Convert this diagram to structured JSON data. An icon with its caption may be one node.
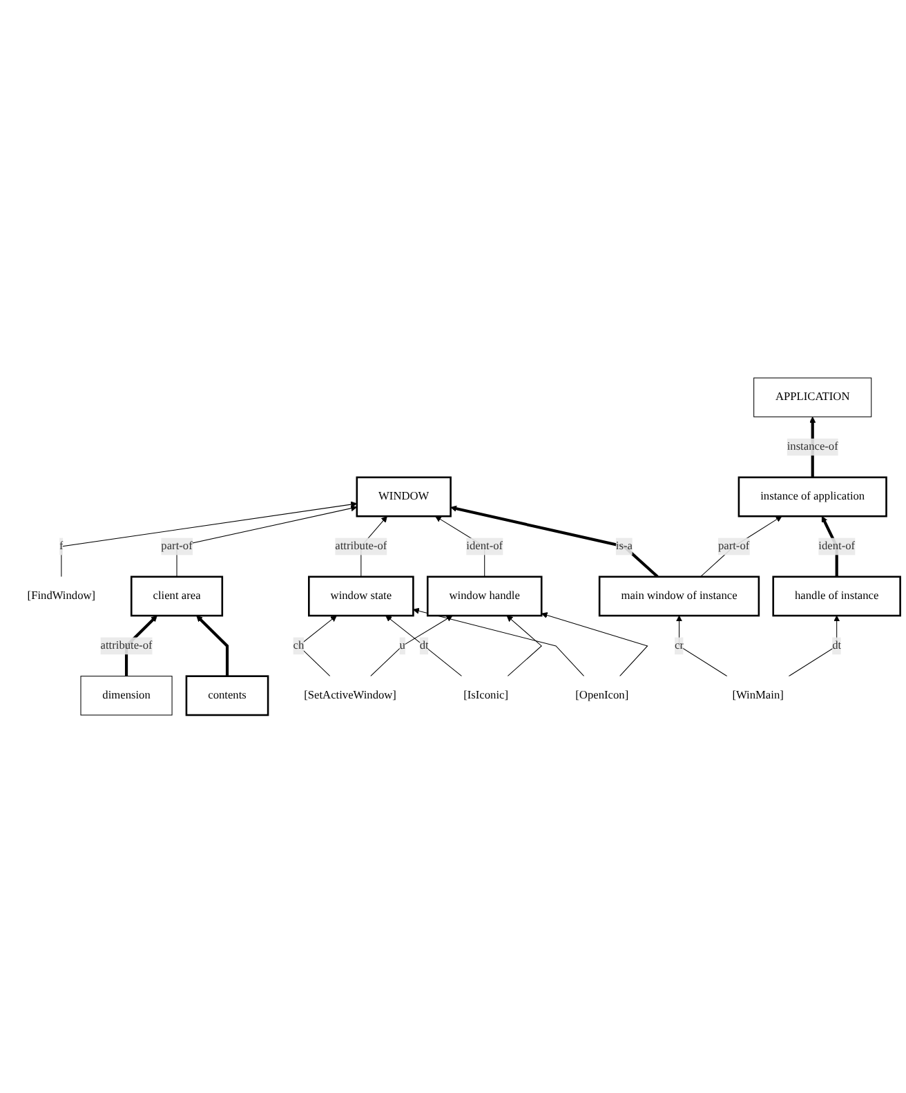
{
  "diagram": {
    "nodes": [
      {
        "text": [
          "[FindWindow]"
        ]
      },
      {
        "text": [
          "WINDOW"
        ]
      },
      {
        "text": [
          "APPLICATION"
        ]
      },
      {
        "text": [
          "client area"
        ]
      },
      {
        "text": [
          "window state"
        ]
      },
      {
        "text": [
          "window handle"
        ]
      },
      {
        "text": [
          "instance of application"
        ]
      },
      {
        "text": [
          "dimension"
        ]
      },
      {
        "text": [
          "contents"
        ]
      },
      {
        "text": [
          "main window of instance"
        ]
      },
      {
        "text": [
          "handle of instance"
        ]
      },
      {
        "text": [
          "[SetActiveWindow]"
        ]
      },
      {
        "text": [
          "[OpenIcon]"
        ]
      },
      {
        "text": [
          "[IsIconic]"
        ]
      },
      {
        "text": [
          "[WinMain]"
        ]
      }
    ],
    "edges": [
      {
        "from": 0,
        "to": 1,
        "arrow": "to",
        "label": "f"
      },
      {
        "from": 3,
        "to": 1,
        "arrow": "to",
        "label": "part-of"
      },
      {
        "from": 4,
        "to": 1,
        "arrow": "to",
        "label": "attribute-of"
      },
      {
        "from": 5,
        "to": 1,
        "arrow": "to",
        "label": "ident-of"
      },
      {
        "from": 9,
        "to": 1,
        "arrow": "to",
        "label": "is-a",
        "style": "thick"
      },
      {
        "from": 6,
        "to": 2,
        "arrow": "to",
        "label": "instance-of",
        "style": "thick"
      },
      {
        "from": 7,
        "to": 3,
        "arrow": "to",
        "label": "attribute-of",
        "style": "thick"
      },
      {
        "from": 8,
        "to": 3,
        "arrow": "to",
        "style": "thick"
      },
      {
        "from": 9,
        "to": 6,
        "arrow": "to",
        "label": "part-of"
      },
      {
        "from": 10,
        "to": 6,
        "arrow": "to",
        "label": "ident-of",
        "style": "thick"
      },
      {
        "from": 14,
        "to": 9,
        "arrow": "to",
        "label": "cr"
      },
      {
        "from": 14,
        "to": 10,
        "arrow": "to",
        "label": "dt"
      },
      {
        "from": 13,
        "to": 4,
        "arrow": "to",
        "label": "dt"
      },
      {
        "from": 11,
        "to": 4,
        "arrow": "to",
        "label": "ch"
      },
      {
        "from": 12,
        "to": 4,
        "arrow": "to"
      },
      {
        "from": 11,
        "to": 5,
        "arrow": "to",
        "label": "u"
      },
      {
        "from": 12,
        "to": 5,
        "arrow": "to"
      },
      {
        "from": 13,
        "to": 5,
        "arrow": "to"
      }
    ]
  }
}
